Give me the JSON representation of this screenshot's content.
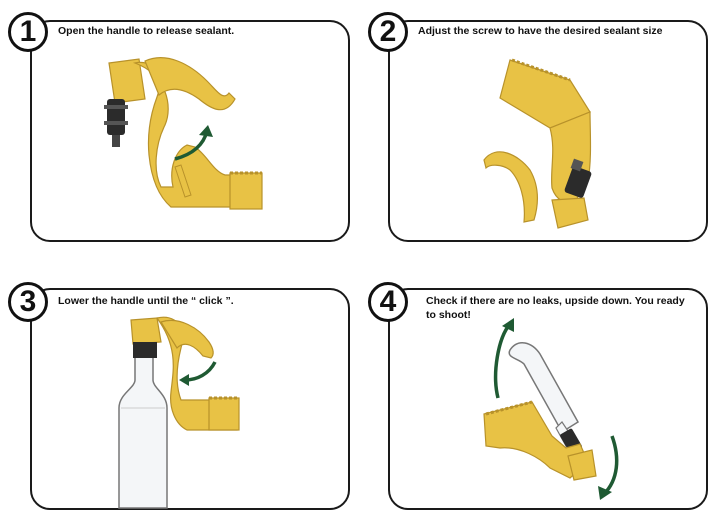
{
  "steps": [
    {
      "number": "1",
      "instruction": "Open the handle to release sealant."
    },
    {
      "number": "2",
      "instruction": "Adjust the screw to have the desired sealant size"
    },
    {
      "number": "3",
      "instruction": "Lower the handle until the “ click ”."
    },
    {
      "number": "4",
      "instruction": "Check if there are no leaks, upside down. You ready to shoot!"
    }
  ],
  "colors": {
    "device_gold": "#e8c245",
    "device_gold_dark": "#b8922a",
    "nozzle_dark": "#2b2b2b",
    "arrow_green": "#1f5a33",
    "panel_border": "#1a1a1a"
  },
  "icons": [
    "gold-bottle-sealer-device",
    "green-curved-arrow-icon",
    "glass-bottle"
  ]
}
